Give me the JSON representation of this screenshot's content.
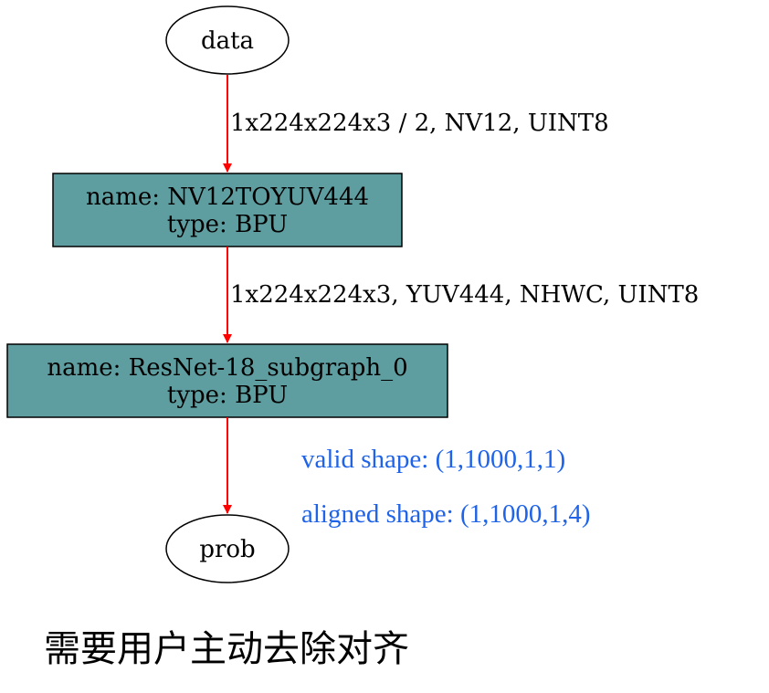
{
  "nodes": {
    "data": {
      "label": "data"
    },
    "nv12": {
      "line1": "name: NV12TOYUV444",
      "line2": "type: BPU"
    },
    "resnet": {
      "line1": "name: ResNet-18_subgraph_0",
      "line2": "type: BPU"
    },
    "prob": {
      "label": "prob"
    }
  },
  "edges": {
    "data_to_nv12": "1x224x224x3 / 2, NV12, UINT8",
    "nv12_to_resnet": "1x224x224x3, YUV444, NHWC, UINT8"
  },
  "notes": {
    "valid_shape": "valid shape: (1,1000,1,1)",
    "aligned_shape": "aligned shape: (1,1000,1,4)"
  },
  "caption": "需要用户主动去除对齐",
  "colors": {
    "node_fill": "#5f9ea0",
    "edge": "#ff0000",
    "note": "#1f63e8"
  }
}
